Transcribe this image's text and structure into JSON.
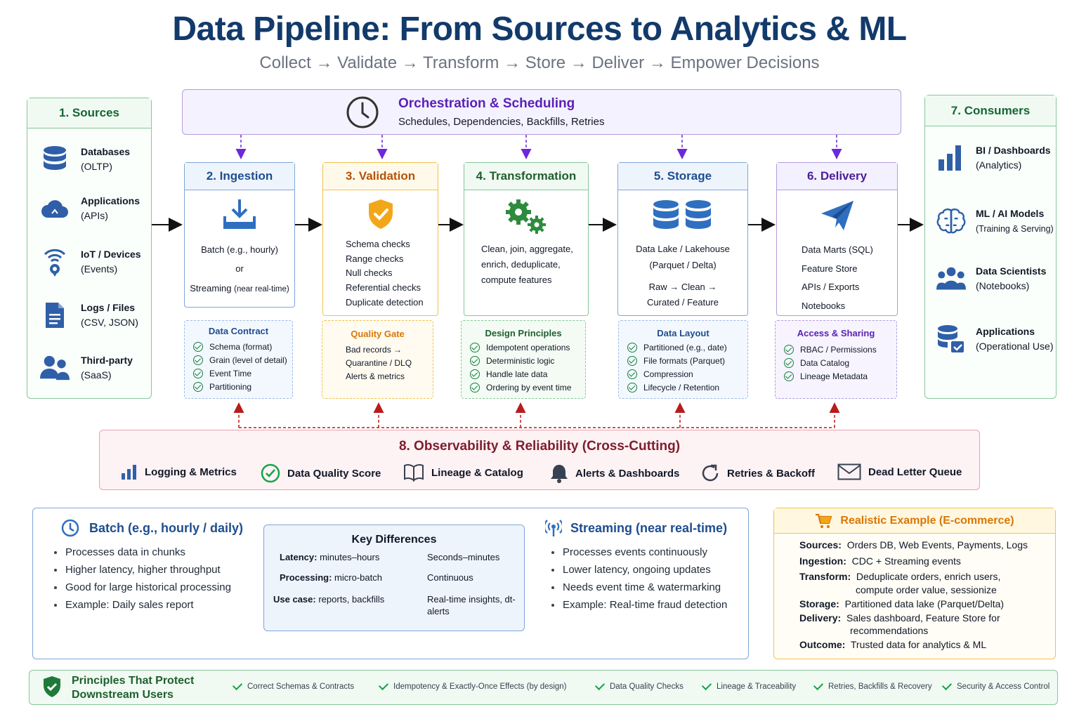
{
  "title": "Data Pipeline: From Sources to Analytics & ML",
  "subtitle": "Collect → Validate → Transform → Store → Deliver → Empower Decisions",
  "colors": {
    "navy": "#123a6b",
    "green": "#16a34a",
    "blue": "#1d4ed8",
    "amber": "#d97706",
    "purple": "#6d28d9",
    "red": "#b91c1c",
    "pink_bg": "#fdf2f4",
    "lav_bg": "#f3f0ff"
  },
  "sources": {
    "title": "1. Sources",
    "items": [
      {
        "name": "Databases",
        "detail": "(OLTP)",
        "icon": "database-icon"
      },
      {
        "name": "Applications",
        "detail": "(APIs)",
        "icon": "cloud-icon"
      },
      {
        "name": "IoT / Devices",
        "detail": "(Events)",
        "icon": "iot-signal-icon"
      },
      {
        "name": "Logs / Files",
        "detail": "(CSV, JSON)",
        "icon": "document-icon"
      },
      {
        "name": "Third-party",
        "detail": "(SaaS)",
        "icon": "users-icon"
      }
    ]
  },
  "orchestration": {
    "title": "Orchestration & Scheduling",
    "detail": "Schedules, Dependencies, Backfills, Retries"
  },
  "ingestion": {
    "title": "2. Ingestion",
    "line1": "Batch (e.g., hourly)",
    "line2": "or",
    "line3a": "Streaming",
    "line3b": "(near real-time)",
    "sub_title": "Data Contract",
    "sub_items": [
      "Schema (format)",
      "Grain (level of detail)",
      "Event Time",
      "Partitioning"
    ]
  },
  "validation": {
    "title": "3. Validation",
    "lines": [
      "Schema checks",
      "Range checks",
      "Null checks",
      "Referential checks",
      "Duplicate detection"
    ],
    "sub_title": "Quality Gate",
    "sub_lines": [
      "Bad records →",
      "Quarantine / DLQ",
      "Alerts & metrics"
    ]
  },
  "transformation": {
    "title": "4. Transformation",
    "lines": [
      "Clean, join, aggregate,",
      "enrich, deduplicate,",
      "compute features"
    ],
    "sub_title": "Design Principles",
    "sub_items": [
      "Idempotent operations",
      "Deterministic logic",
      "Handle late data",
      "Ordering by event time"
    ]
  },
  "storage": {
    "title": "5. Storage",
    "lines": [
      "Data Lake / Lakehouse",
      "(Parquet / Delta)",
      "Raw → Clean →",
      "Curated / Feature"
    ],
    "sub_title": "Data Layout",
    "sub_items": [
      "Partitioned (e.g., date)",
      "File formats (Parquet)",
      "Compression",
      "Lifecycle / Retention"
    ]
  },
  "delivery": {
    "title": "6. Delivery",
    "lines": [
      "Data Marts (SQL)",
      "Feature Store",
      "APIs / Exports",
      "Notebooks"
    ],
    "sub_title": "Access & Sharing",
    "sub_items": [
      "RBAC / Permissions",
      "Data Catalog",
      "Lineage Metadata"
    ]
  },
  "consumers": {
    "title": "7. Consumers",
    "items": [
      {
        "name": "BI / Dashboards",
        "detail": "(Analytics)",
        "icon": "bar-chart-icon"
      },
      {
        "name": "ML / AI Models",
        "detail": "(Training & Serving)",
        "icon": "brain-icon"
      },
      {
        "name": "Data Scientists",
        "detail": "(Notebooks)",
        "icon": "team-icon"
      },
      {
        "name": "Applications",
        "detail": "(Operational Use)",
        "icon": "db-check-icon"
      }
    ]
  },
  "observability": {
    "title": "8. Observability & Reliability (Cross-Cutting)",
    "items": [
      "Logging & Metrics",
      "Data Quality Score",
      "Lineage & Catalog",
      "Alerts & Dashboards",
      "Retries & Backoff",
      "Dead Letter Queue"
    ]
  },
  "batch": {
    "title": "Batch (e.g., hourly / daily)",
    "items": [
      "Processes data in chunks",
      "Higher latency, higher throughput",
      "Good for large historical processing",
      "Example: Daily sales report"
    ]
  },
  "key_differences": {
    "title": "Key Differences",
    "rows": [
      {
        "label": "Latency:",
        "left": "minutes–hours",
        "right": "Seconds–minutes"
      },
      {
        "label": "Processing:",
        "left": "micro-batch",
        "right": "Continuous"
      },
      {
        "label": "Use case:",
        "left": "reports, backfills",
        "right": "Real-time insights, dt-",
        "right2": "alerts"
      }
    ]
  },
  "streaming": {
    "title": "Streaming (near real-time)",
    "items": [
      "Processes events continuously",
      "Lower latency, ongoing updates",
      "Needs event time & watermarking",
      "Example: Real-time fraud detection"
    ]
  },
  "example": {
    "title": "Realistic Example (E-commerce)",
    "rows": [
      {
        "label": "Sources:",
        "value": "Orders DB, Web Events, Payments, Logs"
      },
      {
        "label": "Ingestion:",
        "value": "CDC + Streaming events"
      },
      {
        "label": "Transform:",
        "value": "Deduplicate orders, enrich users,",
        "value2": "compute order value, sessionize"
      },
      {
        "label": "Storage:",
        "value": "Partitioned data lake (Parquet/Delta)"
      },
      {
        "label": "Delivery:",
        "value": "Sales dashboard, Feature Store for",
        "value2": "recommendations"
      },
      {
        "label": "Outcome:",
        "value": "Trusted data for analytics & ML"
      }
    ]
  },
  "principles": {
    "title1": "Principles That Protect",
    "title2": "Downstream Users",
    "items": [
      "Correct Schemas & Contracts",
      "Idempotency & Exactly-Once Effects (by design)",
      "Data Quality Checks",
      "Lineage & Traceability",
      "Retries, Backfills & Recovery",
      "Security & Access Control"
    ]
  }
}
